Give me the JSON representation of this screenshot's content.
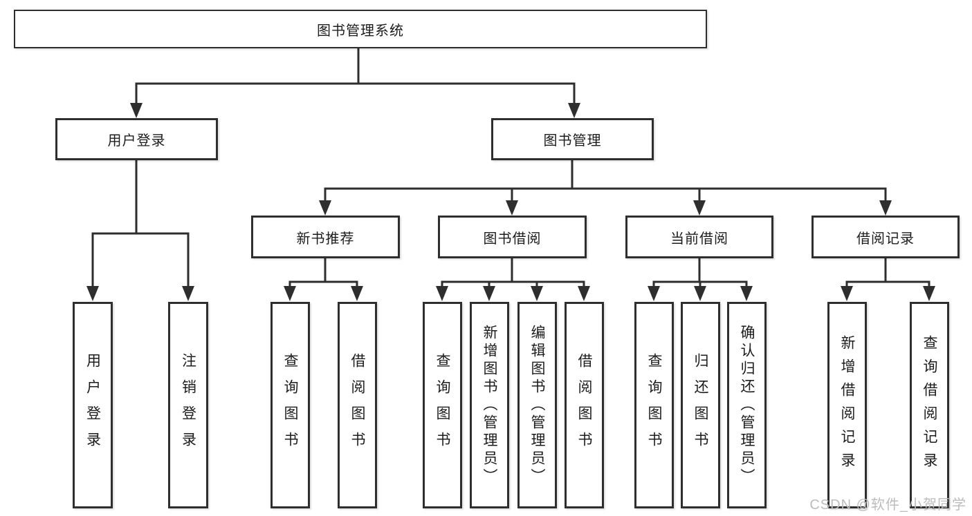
{
  "title": "图书管理系统",
  "watermark": "CSDN @软件_小贺同学",
  "level2": {
    "user_login_group": "用户登录",
    "book_management": "图书管理"
  },
  "level3": {
    "new_book_recommend": "新书推荐",
    "book_borrowing": "图书借阅",
    "current_borrowing": "当前借阅",
    "borrowing_records": "借阅记录"
  },
  "leaves": {
    "user_login": "用户登录",
    "logout": "注销登录",
    "query_books_recommend": "查询图书",
    "borrow_books_recommend": "借阅图书",
    "query_books_borrowing": "查询图书",
    "add_books_admin": "新增图书（管理员）",
    "edit_books_admin": "编辑图书（管理员）",
    "borrow_books_borrowing": "借阅图书",
    "query_books_current": "查询图书",
    "return_books": "归还图书",
    "confirm_return_admin": "确认归还（管理员）",
    "add_borrow_record": "新增借阅记录",
    "query_borrow_record": "查询借阅记录"
  }
}
